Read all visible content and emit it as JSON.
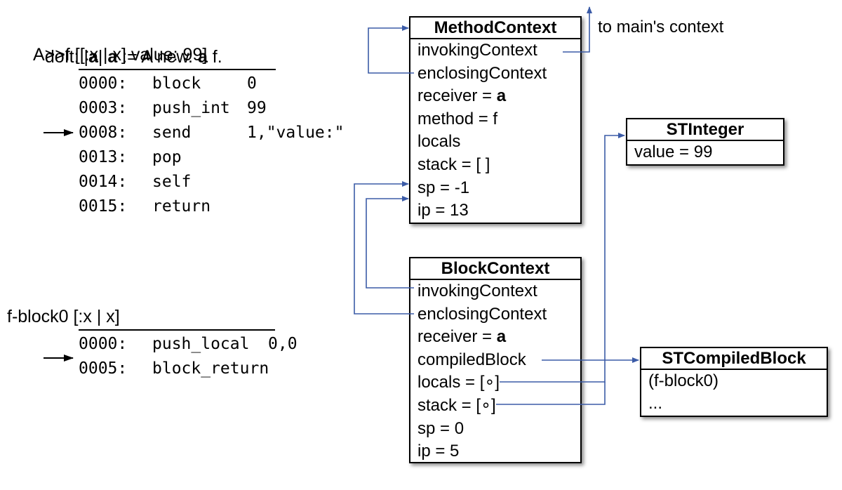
{
  "doit": {
    "line1": "doIt: |a| a := A new. a f.",
    "line1_parts": [
      "doIt: |",
      "a",
      "| ",
      "a",
      " := A new. ",
      "a",
      " f."
    ],
    "line2": "A>>f [[:x | x] value: 99]",
    "code": [
      {
        "addr": "0000:",
        "op": "block",
        "arg": "0"
      },
      {
        "addr": "0003:",
        "op": "push_int",
        "arg": "99"
      },
      {
        "addr": "0008:",
        "op": "send",
        "arg": "1,\"value:\""
      },
      {
        "addr": "0013:",
        "op": "pop",
        "arg": ""
      },
      {
        "addr": "0014:",
        "op": "self",
        "arg": ""
      },
      {
        "addr": "0015:",
        "op": "return",
        "arg": ""
      }
    ],
    "current_index": 2
  },
  "fblock": {
    "title": "f-block0 [:x | x]",
    "code": [
      {
        "addr": "0000:",
        "op": "push_local",
        "arg": "0,0"
      },
      {
        "addr": "0005:",
        "op": "block_return",
        "arg": ""
      }
    ],
    "current_index": 1
  },
  "method_context": {
    "title": "MethodContext",
    "fields": [
      "invokingContext",
      "enclosingContext",
      "receiver = ",
      "method = f",
      "locals",
      "stack = [ ]",
      "sp = -1",
      "ip = 13"
    ],
    "receiver_value": "a"
  },
  "block_context": {
    "title": "BlockContext",
    "fields": [
      "invokingContext",
      "enclosingContext",
      "receiver = ",
      "compiledBlock",
      "locals = [∘]",
      "stack = [∘]",
      "sp = 0",
      "ip = 5"
    ],
    "receiver_value": "a"
  },
  "st_integer": {
    "title": "STInteger",
    "fields": [
      "value = 99"
    ]
  },
  "st_compiled_block": {
    "title": "STCompiledBlock",
    "fields": [
      "(f-block0)",
      "..."
    ]
  },
  "note": "to main's context",
  "colors": {
    "wire": "#3b5ba7",
    "text": "#000000"
  }
}
